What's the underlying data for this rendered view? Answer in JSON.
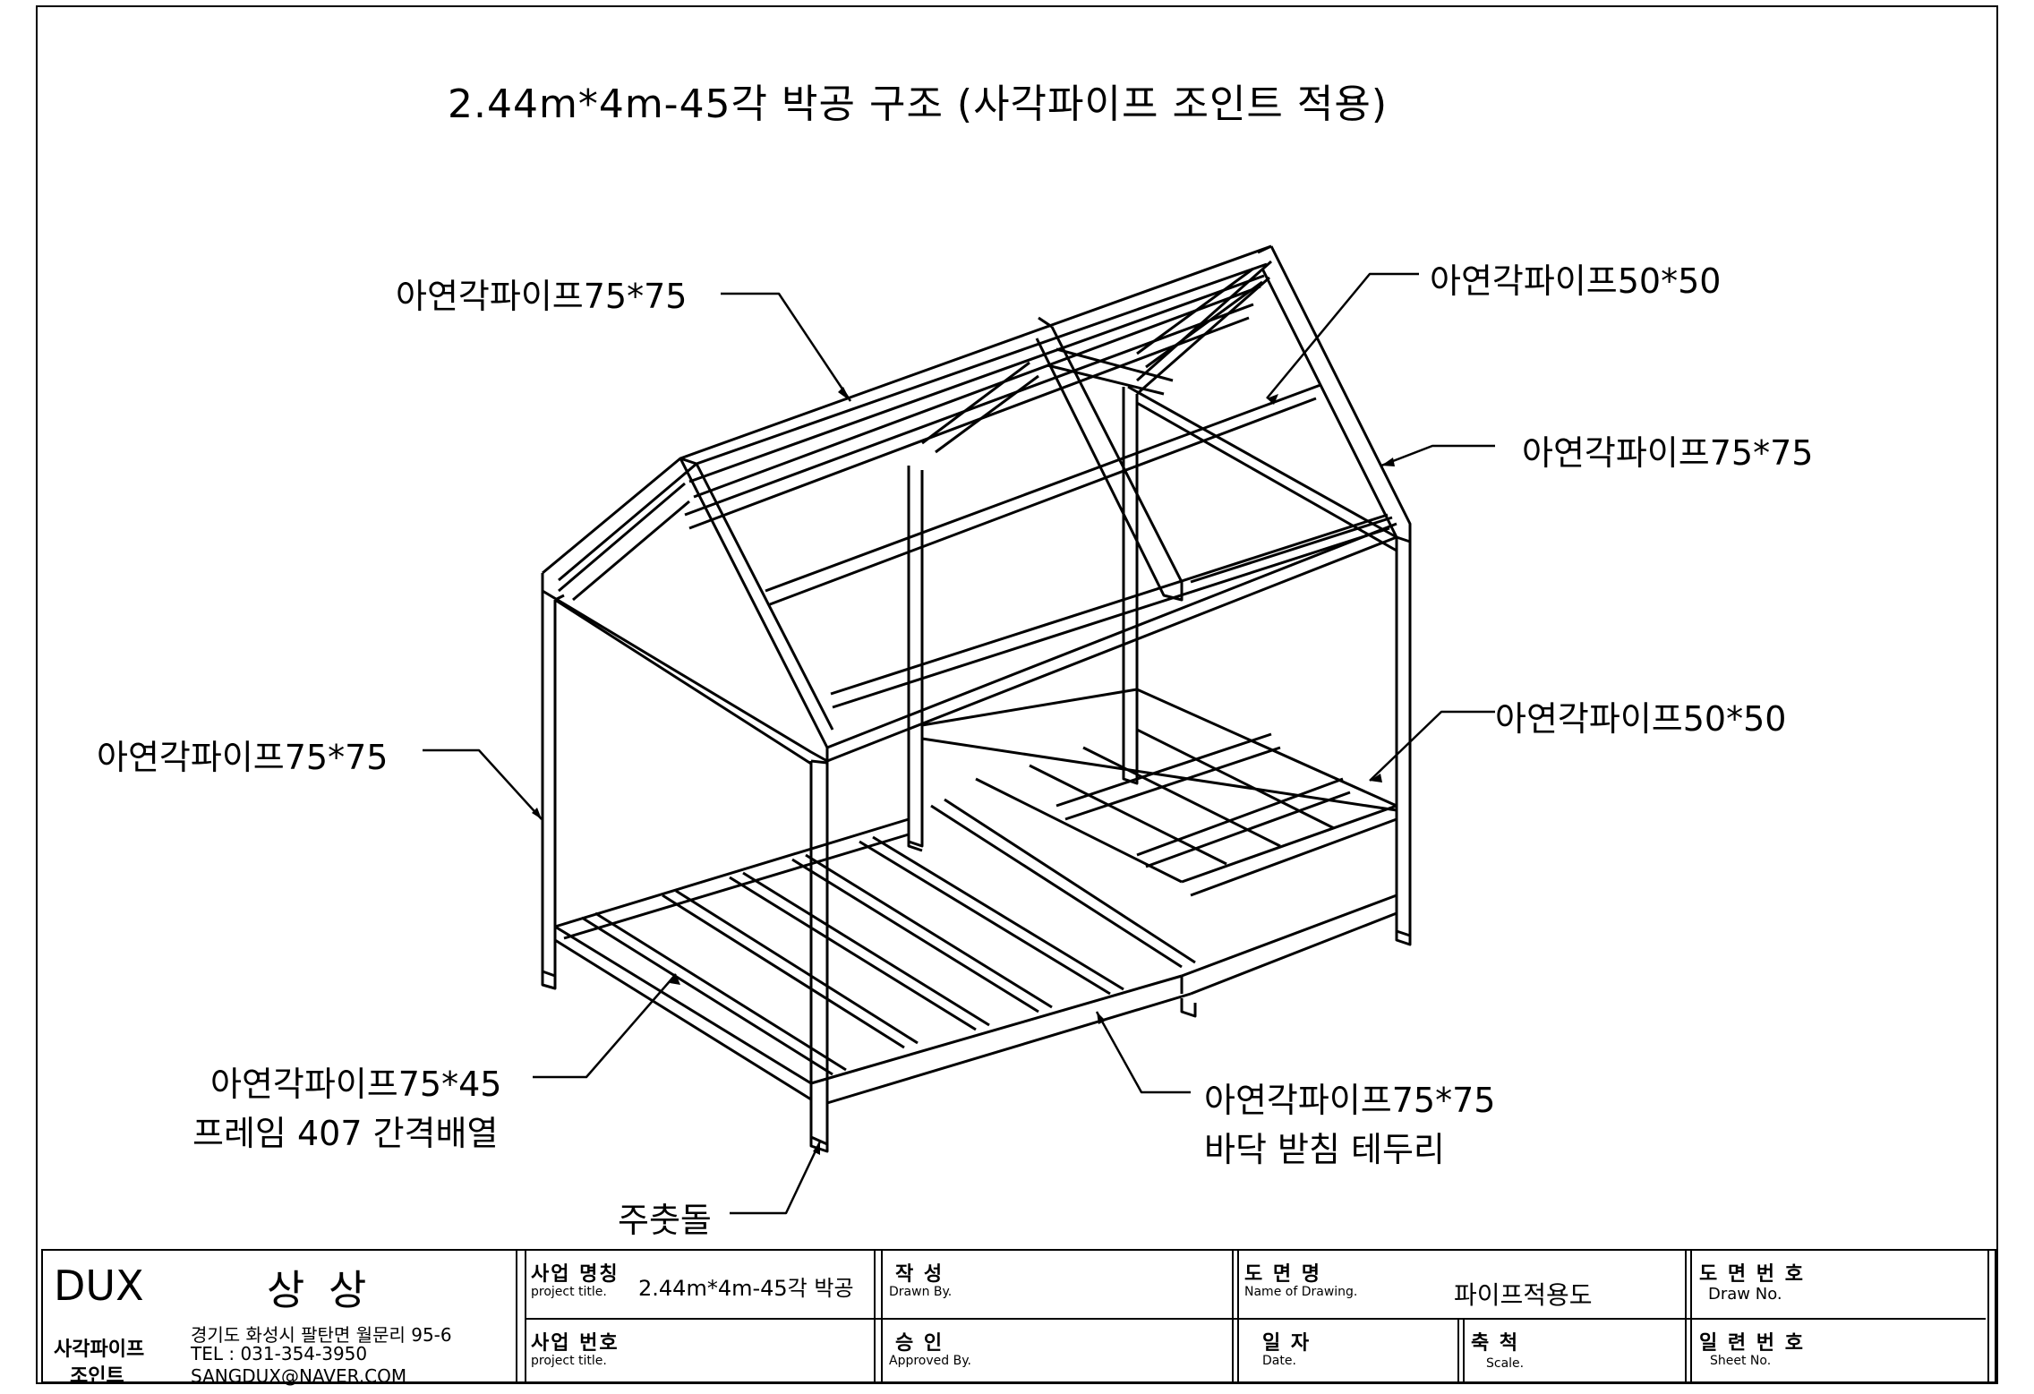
{
  "title": "2.44m*4m-45각 박공 구조  (사각파이프 조인트 적용)",
  "labels": {
    "roof_pipe_left": "아연각파이프75*75",
    "roof_pipe_right_top": "아연각파이프50*50",
    "roof_pipe_right": "아연각파이프75*75",
    "column_left": "아연각파이프75*75",
    "floor_right": "아연각파이프50*50",
    "floor_joist": "아연각파이프75*45",
    "floor_joist_note": "프레임 407 간격배열",
    "floor_edge": "아연각파이프75*75",
    "floor_edge_note": "바닥 받침 테두리",
    "footing": "주춧돌"
  },
  "title_block": {
    "company": "DUX",
    "company_ko": "상 상",
    "company_sub1": "사각파이프",
    "company_sub2": "조인트",
    "address": "경기도 화성시 팔탄면 월문리 95-6",
    "tel": "TEL : 031-354-3950",
    "email": "SANGDUX@NAVER.COM",
    "project_name_ko": "사업 명칭",
    "project_name_en": "project title.",
    "project_name_value": "2.44m*4m-45각 박공",
    "project_no_ko": "사업 번호",
    "project_no_en": "project title.",
    "drawn_ko": "작   성",
    "drawn_en": "Drawn By.",
    "approved_ko": "승   인",
    "approved_en": "Approved By.",
    "drawing_name_ko": "도  면  명",
    "drawing_name_en": "Name of Drawing.",
    "drawing_name_value": "파이프적용도",
    "date_ko": "일  자",
    "date_en": "Date.",
    "scale_ko": "축  척",
    "scale_en": "Scale.",
    "draw_no_ko": "도 면 번 호",
    "draw_no_en": "Draw No.",
    "sheet_no_ko": "일 련 번 호",
    "sheet_no_en": "Sheet No."
  }
}
